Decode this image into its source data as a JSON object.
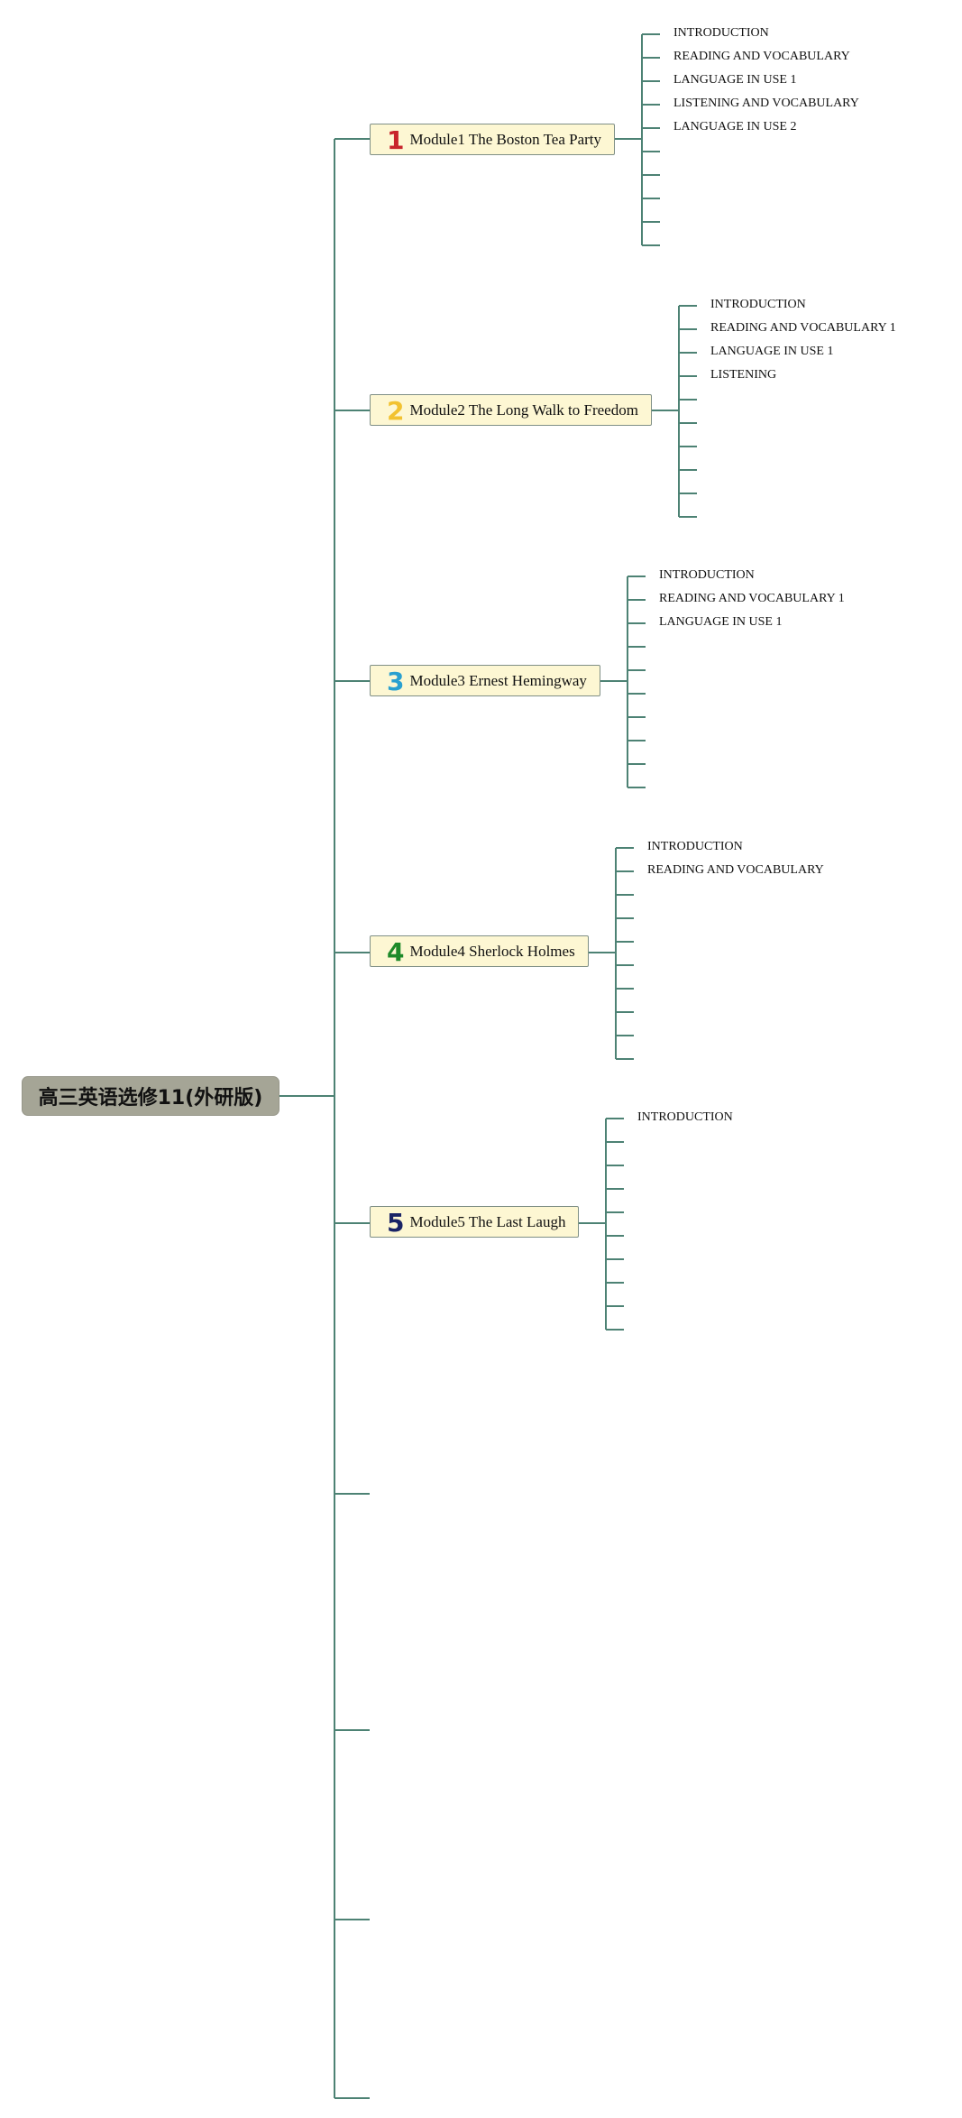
{
  "root": {
    "label": "高三英语选修11(外研版)"
  },
  "colors": {
    "line": "#4d8274",
    "root_bg": "#a5a596",
    "module_bg": "#fdf7d3"
  },
  "modules": [
    {
      "number": "1",
      "number_color": "#c8242c",
      "title": "Module1 The Boston Tea Party",
      "topics": [
        "INTRODUCTION",
        "READING AND VOCABULARY",
        "LANGUAGE IN USE 1",
        "LISTENING AND VOCABULARY",
        "LANGUAGE IN USE 2",
        "",
        "",
        "",
        "",
        ""
      ]
    },
    {
      "number": "2",
      "number_color": "#f2c230",
      "title": "Module2 The Long Walk to Freedom",
      "topics": [
        "INTRODUCTION",
        "READING AND VOCABULARY 1",
        "LANGUAGE IN USE 1",
        "LISTENING",
        "",
        "",
        "",
        "",
        "",
        ""
      ]
    },
    {
      "number": "3",
      "number_color": "#2aa0d0",
      "title": "Module3 Ernest Hemingway",
      "topics": [
        "INTRODUCTION",
        "READING AND VOCABULARY 1",
        "LANGUAGE IN USE 1",
        "",
        "",
        "",
        "",
        "",
        "",
        ""
      ]
    },
    {
      "number": "4",
      "number_color": "#1e8a2a",
      "title": "Module4 Sherlock Holmes",
      "topics": [
        "INTRODUCTION",
        "READING AND VOCABULARY",
        "",
        "",
        "",
        "",
        "",
        "",
        "",
        ""
      ]
    },
    {
      "number": "5",
      "number_color": "#1a2466",
      "title": "Module5 The Last Laugh",
      "topics": [
        "INTRODUCTION",
        "",
        "",
        "",
        "",
        "",
        "",
        "",
        "",
        ""
      ]
    }
  ],
  "empty_branch_count": 4
}
